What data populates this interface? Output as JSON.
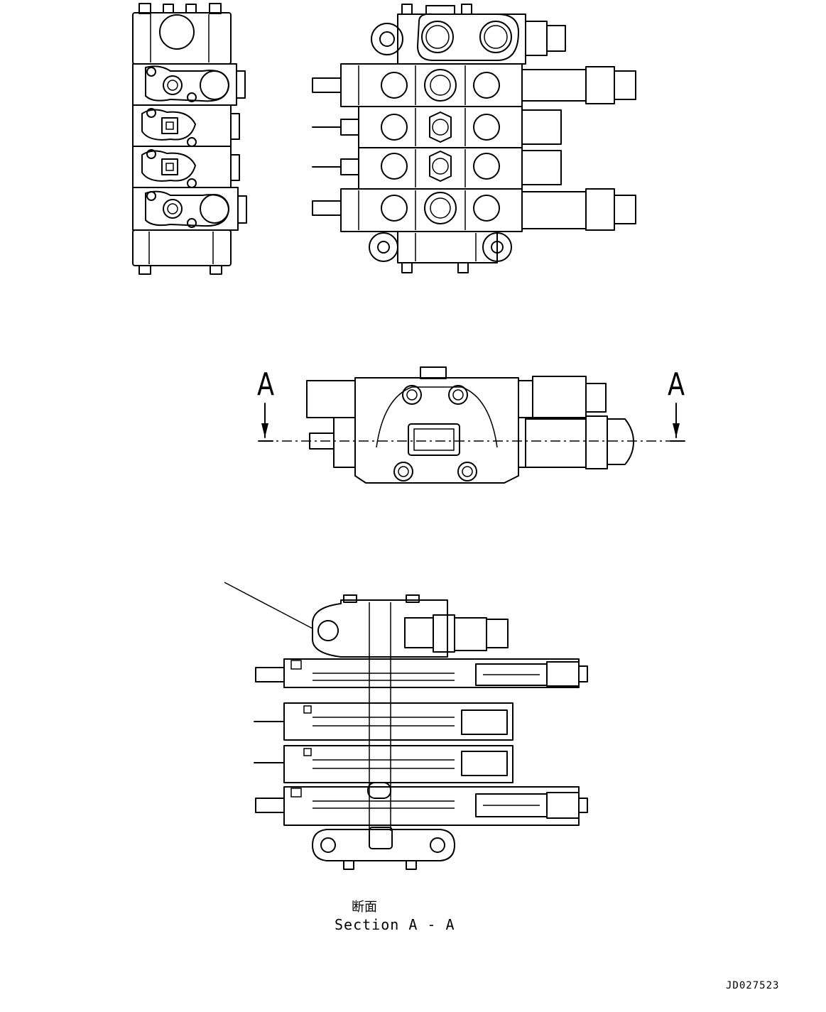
{
  "section_marker_left": "A",
  "section_marker_right": "A",
  "caption_ja": "断面",
  "caption_en": "Section A - A",
  "drawing_number": "JD027523"
}
